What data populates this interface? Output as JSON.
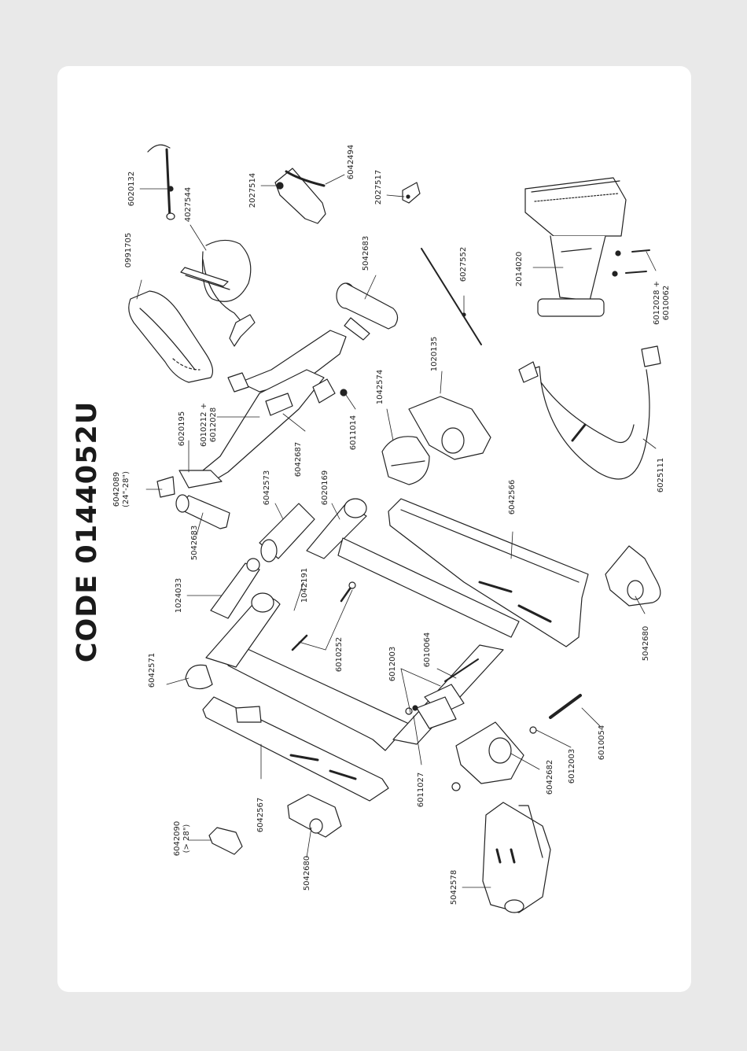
{
  "title": "CODE 0144052U",
  "labels": {
    "p6020132": "6020132",
    "p4027544": "4027544",
    "p2027514": "2027514",
    "p6042494": "6042494",
    "p2027517": "2027517",
    "p0991705": "0991705",
    "p5042683a": "5042683",
    "p6027552": "6027552",
    "p2014020": "2014020",
    "p6012028": [
      "6012028 +",
      "6010062"
    ],
    "p1020135": "1020135",
    "p6010212": [
      "6010212 +",
      "6012028"
    ],
    "p6020195": "6020195",
    "p1042574": "1042574",
    "p6011014": "6011014",
    "p6042687": "6042687",
    "p6042089": [
      "6042089",
      "(24\"-28\")"
    ],
    "p6042573": "6042573",
    "p6020169": "6020169",
    "p5042683b": "5042683",
    "p6025111": "6025111",
    "p6042566": "6042566",
    "p1024033": "1024033",
    "p1042191": "1042191",
    "p5042680a": "5042680",
    "p6010252": "6010252",
    "p6012003a": "6012003",
    "p6010064": "6010064",
    "p6042571": "6042571",
    "p6010054": "6010054",
    "p6012003b": "6012003",
    "p6042682": "6042682",
    "p6011027": "6011027",
    "p6042567": "6042567",
    "p6042090": [
      "6042090",
      "(> 28\")"
    ],
    "p5042680b": "5042680",
    "p5042578": "5042578"
  }
}
